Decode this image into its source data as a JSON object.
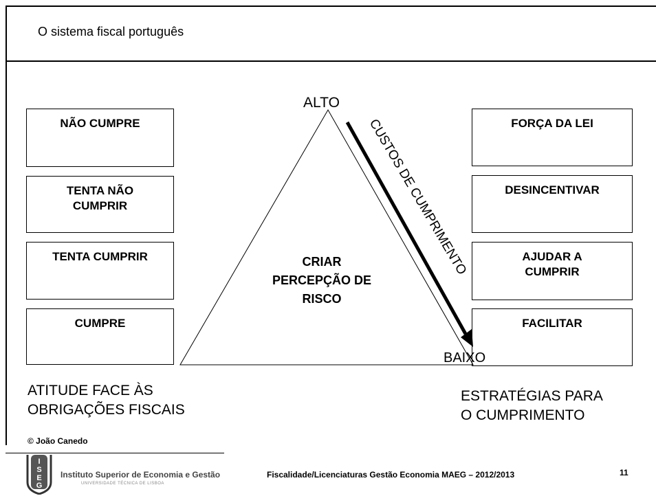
{
  "title": "O sistema fiscal português",
  "left_column": {
    "boxes": [
      "NÃO CUMPRE",
      "TENTA NÃO CUMPRIR",
      "TENTA CUMPRIR",
      "CUMPRE"
    ],
    "caption_line1": "ATITUDE FACE ÀS",
    "caption_line2": "OBRIGAÇÕES FISCAIS"
  },
  "right_column": {
    "boxes": [
      "FORÇA DA LEI",
      "DESINCENTIVAR",
      "AJUDAR A CUMPRIR",
      "FACILITAR"
    ],
    "caption_line1": "ESTRATÉGIAS PARA",
    "caption_line2": "O CUMPRIMENTO"
  },
  "triangle": {
    "top_label": "ALTO",
    "bottom_label": "BAIXO",
    "center_line1": "CRIAR",
    "center_line2": "PERCEPÇÃO DE",
    "center_line3": "RISCO",
    "arrow_label": "CUSTOS DE CUMPRIMENTO"
  },
  "copyright": "© João Canedo",
  "footer": {
    "institution": "Instituto Superior de Economia e Gestão",
    "university": "UNIVERSIDADE TÉCNICA DE LISBOA",
    "logo_text": "ISEG",
    "course": "Fiscalidade/Licenciaturas Gestão Economia MAEG – 2012/2013",
    "page_number": "11"
  }
}
